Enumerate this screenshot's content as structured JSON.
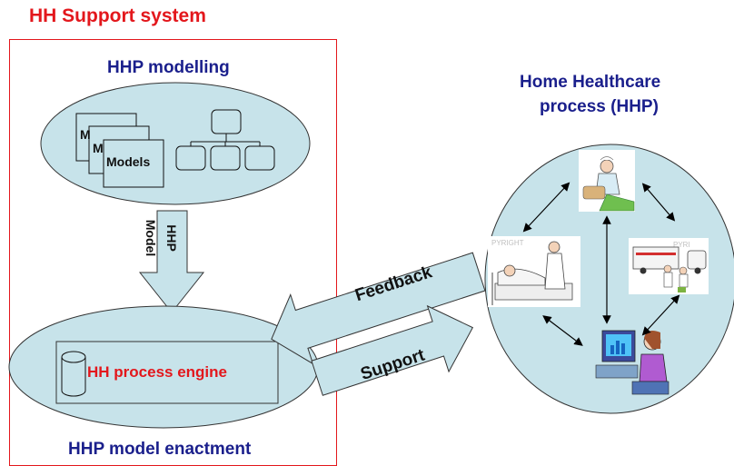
{
  "diagram": {
    "system_title": "HH Support system",
    "modelling_title": "HHP modelling",
    "models_stack": {
      "labels": [
        "M",
        "M",
        "Models"
      ]
    },
    "hhp_model_arrow_label_line1": "HHP",
    "hhp_model_arrow_label_line2": "Model",
    "engine_label": "HH process engine",
    "enactment_title": "HHP model enactment",
    "feedback_label": "Feedback",
    "support_label": "Support",
    "process_title_line1": "Home Healthcare",
    "process_title_line2": "process (HHP)",
    "clipart_watermark_left": "PYRIGHT",
    "clipart_watermark_right": "PYRI"
  },
  "colors": {
    "ellipse_fill": "#c7e3ea",
    "border_red": "#e3171c",
    "title_navy": "#1a1f8c",
    "engine_text_red": "#e3171c"
  }
}
